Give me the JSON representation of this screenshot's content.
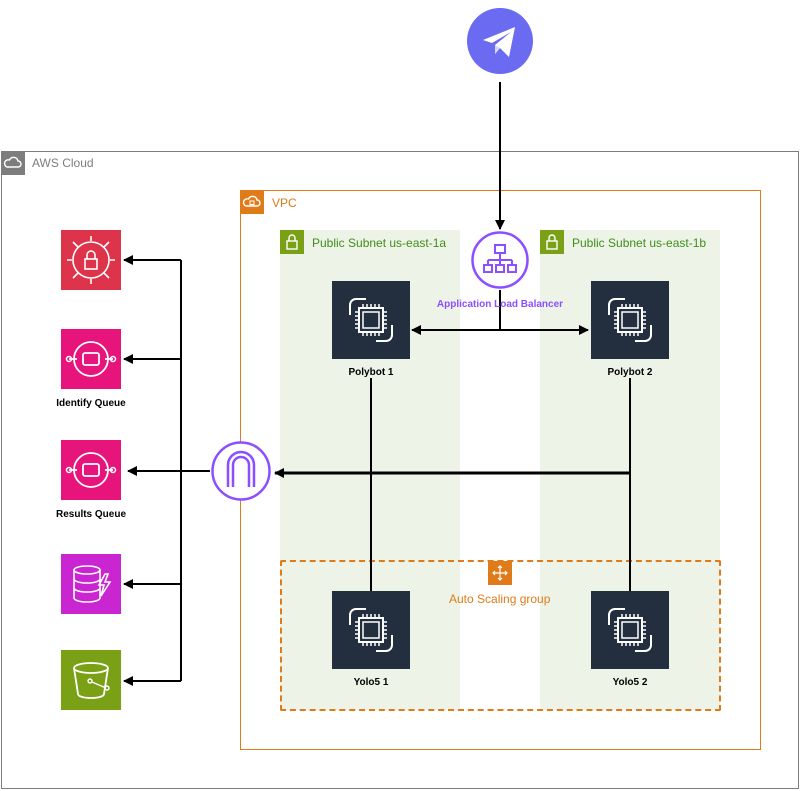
{
  "aws_cloud": {
    "label": "AWS Cloud"
  },
  "vpc": {
    "label": "VPC"
  },
  "subnets": [
    {
      "label": "Public Subnet us-east-1a"
    },
    {
      "label": "Public Subnet us-east-1b"
    }
  ],
  "load_balancer": {
    "label": "Application Load Balancer"
  },
  "instances": {
    "polybot1": "Polybot 1",
    "polybot2": "Polybot 2",
    "yolo1": "Yolo5 1",
    "yolo2": "Yolo5 2"
  },
  "auto_scaling": {
    "label": "Auto Scaling group"
  },
  "services": {
    "identify_queue": "Identify Queue",
    "results_queue": "Results Queue"
  },
  "colors": {
    "aws_cloud_border": "#7d7d7d",
    "vpc_border": "#e07b1a",
    "subnet_fill": "#eef3e7",
    "subnet_text": "#3e8f18",
    "elb_purple": "#8c4fff",
    "secrets_red": "#dd344c",
    "sqs_pink": "#e7157b",
    "dynamodb_purple": "#c925d1",
    "s3_green": "#7aa116",
    "ec2_dark": "#232f3e",
    "telegram_blue": "#6b6bf2"
  },
  "icons": {
    "telegram": "telegram-icon",
    "elb": "load-balancer-icon",
    "igw": "internet-gateway-icon",
    "secrets": "secrets-manager-icon",
    "sqs": "sqs-icon",
    "dynamodb": "dynamodb-icon",
    "s3": "s3-bucket-icon",
    "ec2": "ec2-instance-icon",
    "autoscaling": "auto-scaling-icon"
  }
}
